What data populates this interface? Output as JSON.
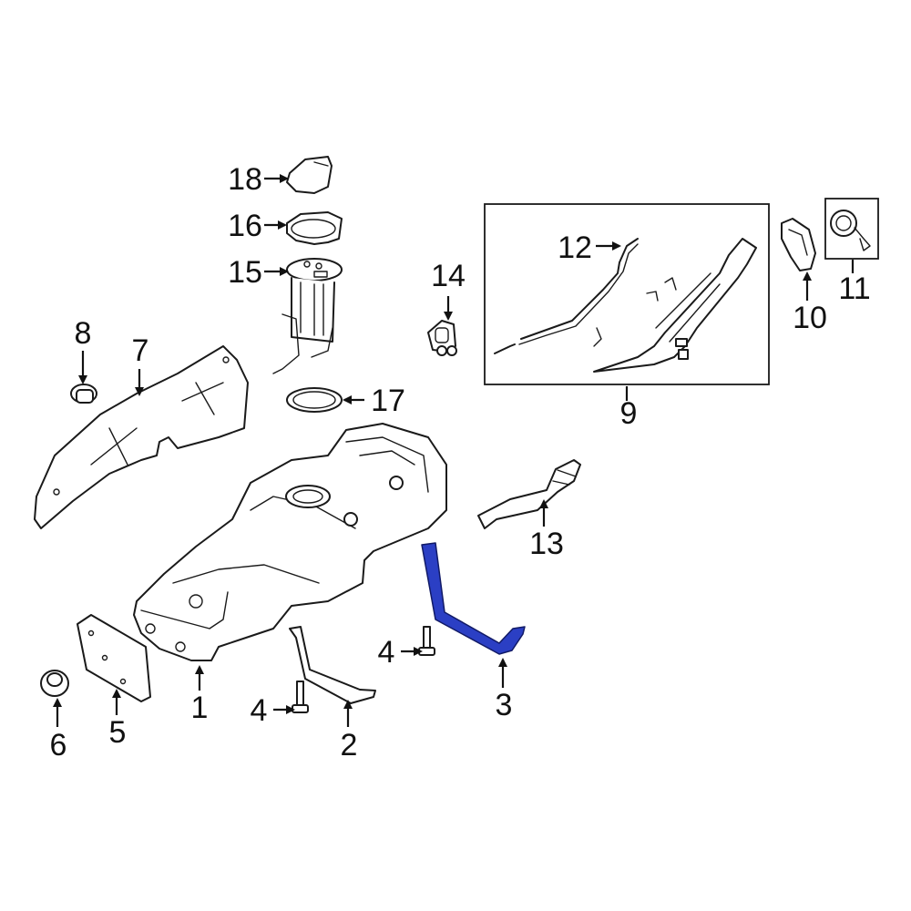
{
  "highlight_color": "#2b3fc4",
  "line_color": "#1a1a1a",
  "highlighted_part": "3",
  "callouts": {
    "c1": "1",
    "c2": "2",
    "c3": "3",
    "c4a": "4",
    "c4b": "4",
    "c5": "5",
    "c6": "6",
    "c7": "7",
    "c8": "8",
    "c9": "9",
    "c10": "10",
    "c11": "11",
    "c12": "12",
    "c13": "13",
    "c14": "14",
    "c15": "15",
    "c16": "16",
    "c17": "17",
    "c18": "18"
  }
}
